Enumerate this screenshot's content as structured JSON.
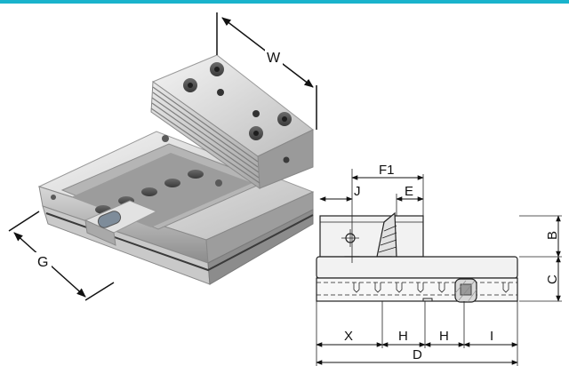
{
  "header": {
    "accent_color": "#19b3cc"
  },
  "photo": {
    "labels": {
      "w": "W",
      "g": "G"
    }
  },
  "drawing": {
    "labels": {
      "f1": "F1",
      "j": "J",
      "e": "E",
      "b": "B",
      "c": "C",
      "x": "X",
      "h1": "H",
      "h2": "H",
      "i": "I",
      "d": "D"
    }
  }
}
